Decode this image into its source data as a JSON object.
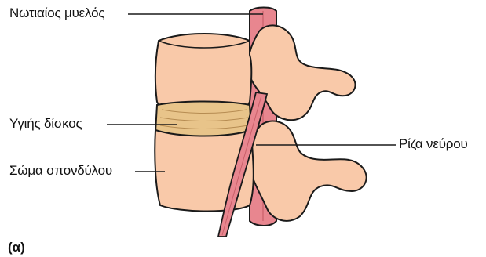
{
  "labels": {
    "spinal_cord": "Νωτιαίος μυελός",
    "healthy_disc": "Υγιής δίσκος",
    "vertebral_body": "Σώμα σπονδύλου",
    "nerve_root": "Ρίζα νεύρου"
  },
  "panel_label": "(α)",
  "colors": {
    "bone": "#f9c9a9",
    "disc": "#e8c48a",
    "nerve": "#e8868f",
    "outline": "#1a1a1a"
  }
}
